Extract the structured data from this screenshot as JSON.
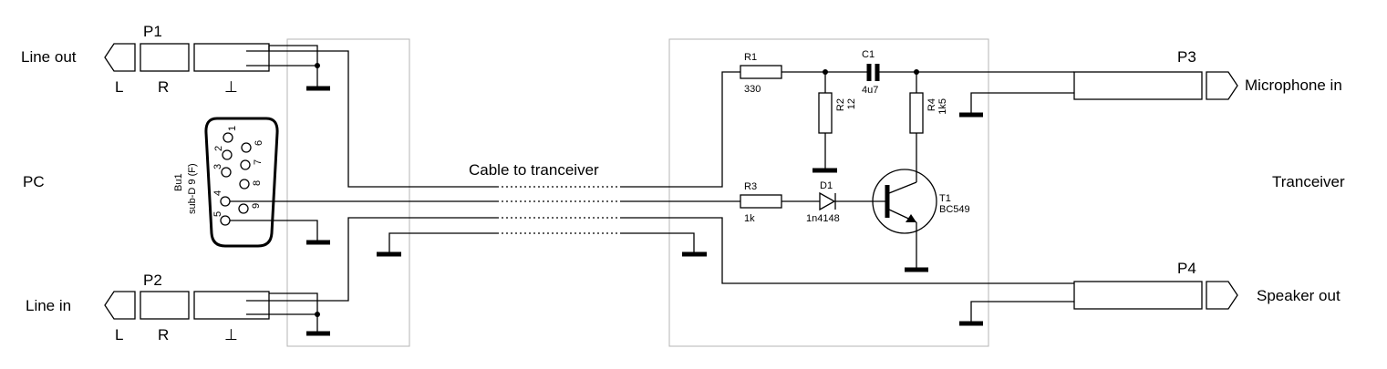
{
  "plugs": {
    "p1": {
      "id": "P1",
      "label": "Line out",
      "pin_left": "L",
      "pin_right": "R",
      "pin_ground": "⊥"
    },
    "p2": {
      "id": "P2",
      "label": "Line in",
      "pin_left": "L",
      "pin_right": "R",
      "pin_ground": "⊥"
    },
    "p3": {
      "id": "P3",
      "label": "Microphone in"
    },
    "p4": {
      "id": "P4",
      "label": "Speaker out"
    }
  },
  "sides": {
    "left": "PC",
    "right": "Tranceiver"
  },
  "cable_label": "Cable to tranceiver",
  "connector": {
    "designator": "Bu1",
    "type": "sub-D 9 (F)",
    "pins": [
      "1",
      "2",
      "3",
      "4",
      "5",
      "6",
      "7",
      "8",
      "9"
    ]
  },
  "components": {
    "r1": {
      "ref": "R1",
      "value": "330"
    },
    "r2": {
      "ref": "R2",
      "value": "12"
    },
    "r3": {
      "ref": "R3",
      "value": "1k"
    },
    "r4": {
      "ref": "R4",
      "value": "1k5"
    },
    "c1": {
      "ref": "C1",
      "value": "4u7"
    },
    "d1": {
      "ref": "D1",
      "value": "1n4148"
    },
    "t1": {
      "ref": "T1",
      "value": "BC549"
    }
  },
  "colors": {
    "line": "#000000",
    "frame": "#b4b4b4",
    "background": "#ffffff"
  }
}
